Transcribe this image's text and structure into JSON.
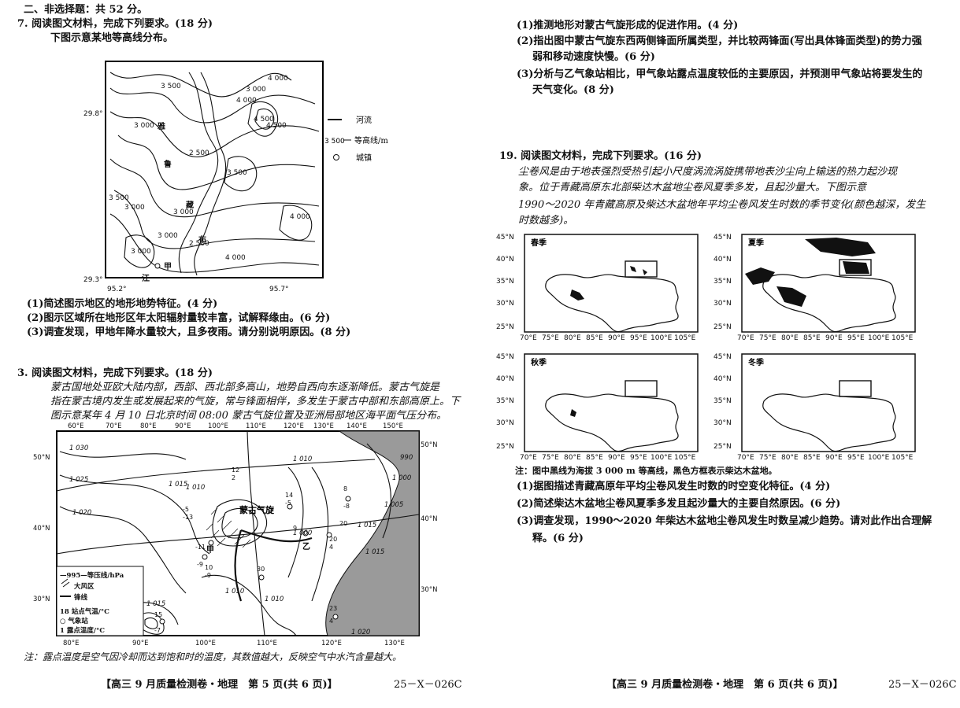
{
  "left": {
    "section_header": "二、非选择题：共 52 分。",
    "q17": {
      "title": "7. 阅读图文材料，完成下列要求。(18 分)",
      "caption": "下图示意某地等高线分布。",
      "map": {
        "lat_top": "29.8°",
        "lat_bottom": "29.3°",
        "lon_left": "95.2°",
        "lon_right": "95.7°",
        "contour_labels": [
          "3 500",
          "3 000",
          "4 000",
          "4 500",
          "4 000",
          "3 000",
          "2 500",
          "3 500",
          "3 000",
          "3 000",
          "3 500",
          "4 000",
          "3 000",
          "2 500",
          "3 000",
          "4 000",
          "4 500"
        ],
        "place_labels": [
          "雅",
          "鲁",
          "藏",
          "布",
          "甲",
          "江"
        ],
        "legend": {
          "river": "河流",
          "contour": "等高线/m",
          "contour_value": "3 500",
          "town": "城镇"
        }
      },
      "items": [
        "(1)简述图示地区的地形地势特征。(4 分)",
        "(2)图示区域所在地形区年太阳辐射量较丰富，试解释缘由。(6 分)",
        "(3)调查发现，甲地年降水量较大，且多夜雨。请分别说明原因。(8 分)"
      ]
    },
    "q18": {
      "title": "3. 阅读图文材料，完成下列要求。(18 分)",
      "para": [
        "蒙古国地处亚欧大陆内部，西部、西北部多高山，地势自西向东逐渐降低。蒙古气旋是",
        "指在蒙古境内发生或发展起来的气旋，常与锋面相伴，多发生于蒙古中部和东部高原上。下",
        "图示意某年 4 月 10 日北京时间 08:00 蒙古气旋位置及亚洲局部地区海平面气压分布。"
      ],
      "map": {
        "top_lons": [
          "60°E",
          "70°E",
          "80°E",
          "90°E",
          "100°E",
          "110°E",
          "120°E",
          "130°E",
          "140°E",
          "150°E"
        ],
        "bottom_lons": [
          "80°E",
          "90°E",
          "100°E",
          "110°E",
          "120°E",
          "130°E"
        ],
        "left_lats": [
          "50°N",
          "40°N",
          "30°N"
        ],
        "right_lats": [
          "50°N",
          "40°N",
          "30°N"
        ],
        "isobar_labels": [
          "1 030",
          "1 025",
          "1 020",
          "1 015",
          "1 010",
          "1 000",
          "1 010",
          "1 015",
          "1 020",
          "1 010",
          "1 015",
          "990",
          "1 000",
          "1 005",
          "1 015",
          "1 010"
        ],
        "cyclone_label": "蒙古气旋",
        "station_a": "甲",
        "station_b": "乙",
        "station_values": [
          "12",
          "2",
          "-5",
          "-13",
          "14",
          "-5",
          "8",
          "-8",
          "20",
          "9",
          "-11",
          "20",
          "4",
          "30",
          "-9",
          "23",
          "4",
          "10",
          "-9",
          "15",
          "-7"
        ],
        "legend": [
          "—995—等压线/hPa",
          "大风区",
          "锋线",
          "18  站点气温/°C",
          "○  气象站",
          "1  露点温度/°C"
        ]
      },
      "note": "注：露点温度是空气因冷却而达到饱和时的温度，其数值越大，反映空气中水汽含量越大。"
    },
    "footer": {
      "title": "【高三 9 月质量检测卷・地理　第 5 页(共 6 页)】",
      "code": "25－X－026C"
    }
  },
  "right": {
    "q18_items": [
      "(1)推测地形对蒙古气旋形成的促进作用。(4 分)",
      "(2)指出图中蒙古气旋东西两侧锋面所属类型，并比较两锋面(写出具体锋面类型)的势力强",
      "弱和移动速度快慢。(6 分)",
      "(3)分析与乙气象站相比，甲气象站露点温度较低的主要原因，并预测甲气象站将要发生的",
      "天气变化。(8 分)"
    ],
    "q19": {
      "title": "19. 阅读图文材料，完成下列要求。(16 分)",
      "para": [
        "尘卷风是由于地表强烈受热引起小尺度涡流涡旋携带地表沙尘向上输送的热力起沙现",
        "象。位于青藏高原东北部柴达木盆地尘卷风夏季多发，且起沙量大。下图示意",
        "1990～2020 年青藏高原及柴达木盆地年平均尘卷风发生时数的季节变化(颜色越深，发生",
        "时数越多)。"
      ],
      "maps": [
        {
          "season": "春季"
        },
        {
          "season": "夏季"
        },
        {
          "season": "秋季"
        },
        {
          "season": "冬季"
        }
      ],
      "lat_labels": [
        "45°N",
        "40°N",
        "35°N",
        "30°N",
        "25°N"
      ],
      "lon_labels": [
        "70°E",
        "75°E",
        "80°E",
        "85°E",
        "90°E",
        "95°E",
        "100°E",
        "105°E"
      ],
      "note": "注：图中黑线为海拔 3 000 m 等高线，黑色方框表示柴达木盆地。",
      "items": [
        "(1)据图描述青藏高原年平均尘卷风发生时数的时空变化特征。(4 分)",
        "(2)简述柴达木盆地尘卷风夏季多发且起沙量大的主要自然原因。(6 分)",
        "(3)调查发现，1990～2020 年柴达木盆地尘卷风发生时数呈减少趋势。请对此作出合理解",
        "释。(6 分)"
      ]
    },
    "footer": {
      "title": "【高三 9 月质量检测卷・地理　第 6 页(共 6 页)】",
      "code": "25－X－026C"
    }
  }
}
